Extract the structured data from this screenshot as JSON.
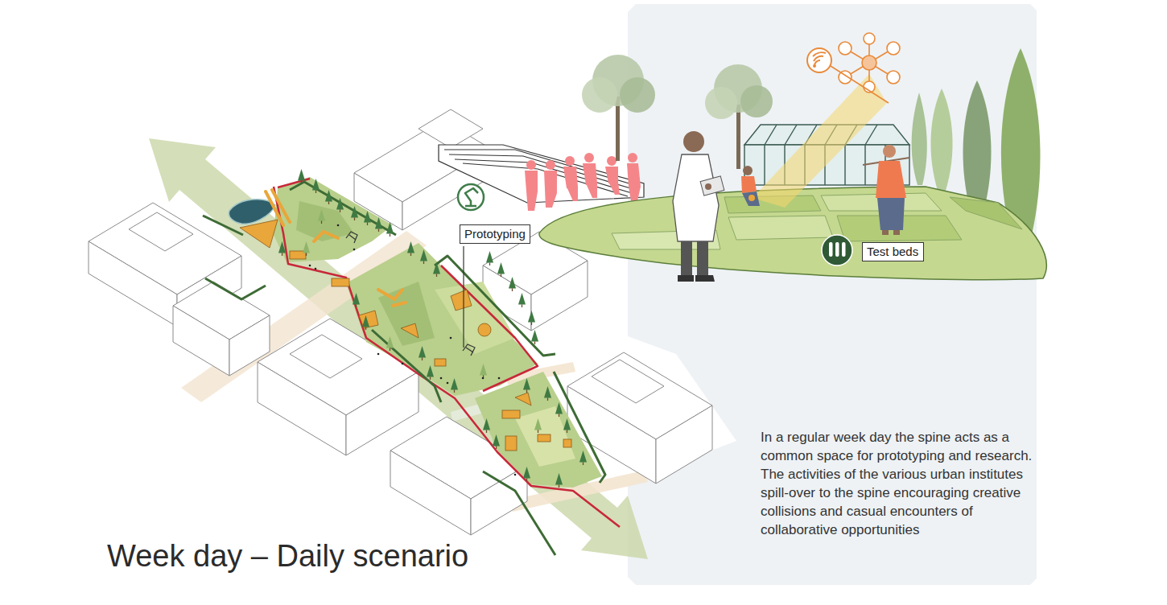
{
  "diagram": {
    "title": "Week day – Daily scenario",
    "caption": "In a regular week day the spine acts as a common space for prototyping and research. The activities of the various urban institutes spill-over to the spine encouraging creative collisions and casual encounters of collaborative opportunities",
    "nodes": [
      {
        "text": [
          "Prototyping"
        ]
      },
      {
        "text": [
          "Test beds"
        ]
      }
    ]
  }
}
